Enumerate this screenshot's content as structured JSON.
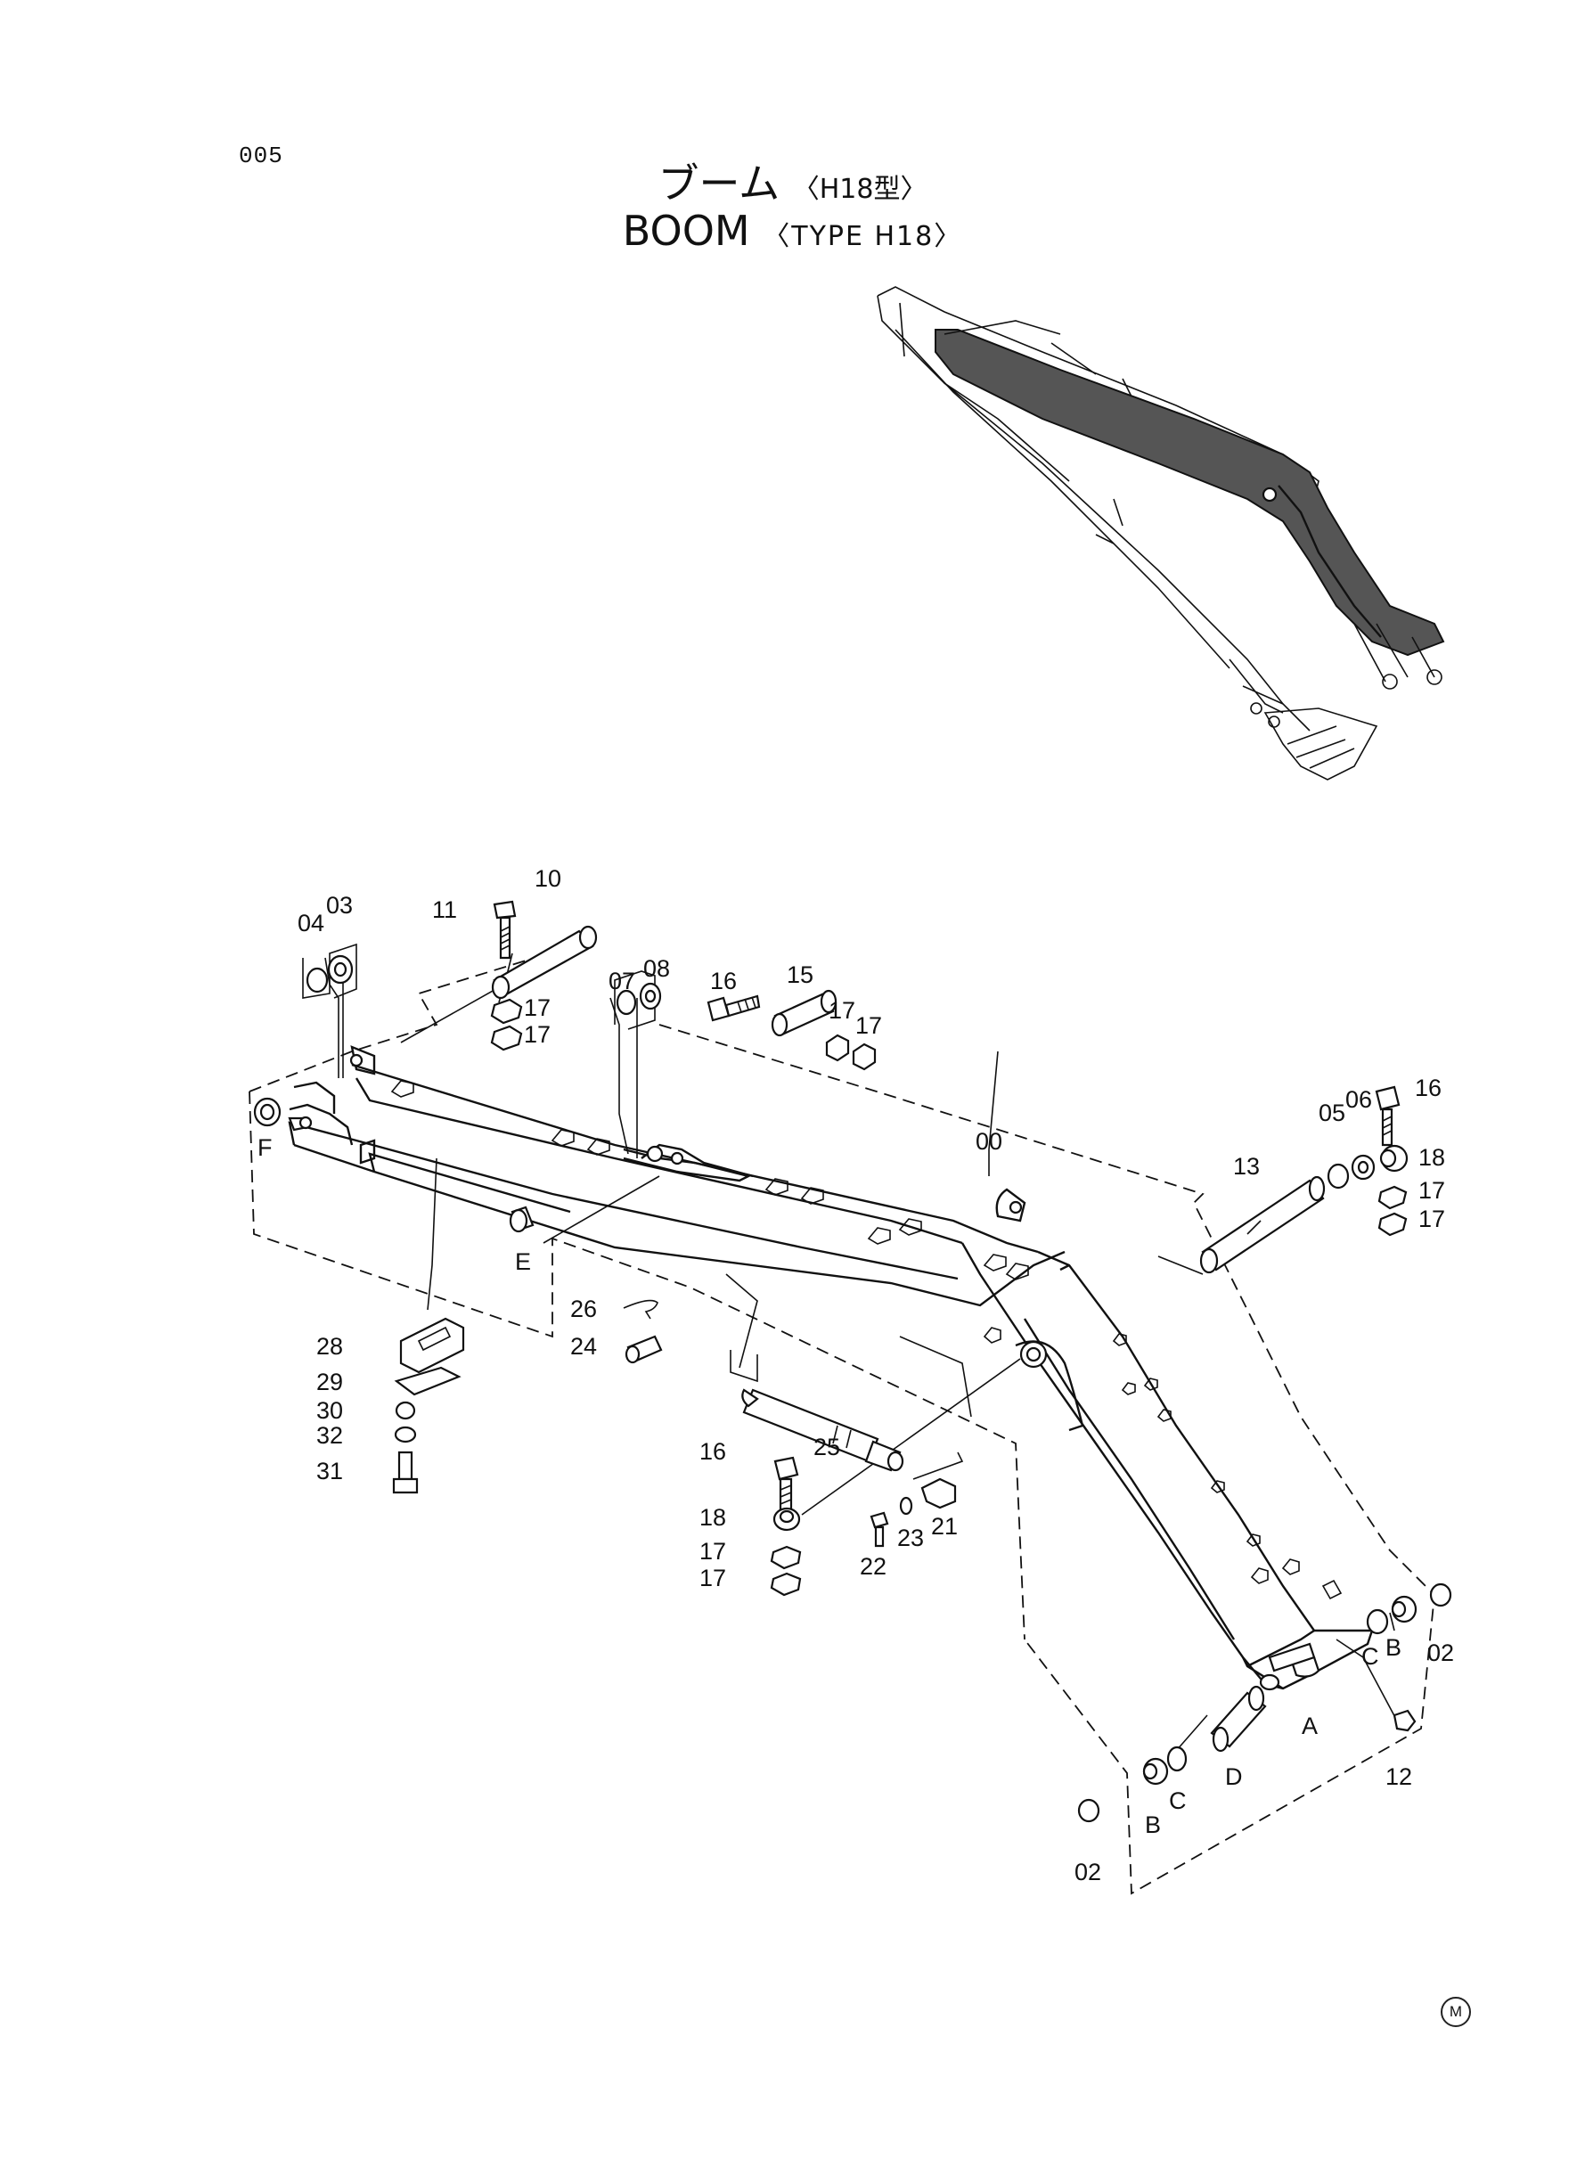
{
  "page_code": "005",
  "title_jp": "ブーム",
  "title_jp_sub": "〈H18型〉",
  "title_en": "BOOM",
  "title_en_sub": "〈TYPE H18〉",
  "callouts": {
    "p00": "00",
    "p02a": "02",
    "p02b": "02",
    "p03": "03",
    "p04": "04",
    "p05": "05",
    "p06": "06",
    "p07": "07",
    "p08": "08",
    "p10": "10",
    "p11": "11",
    "p12": "12",
    "p13": "13",
    "p15": "15",
    "p16a": "16",
    "p16b": "16",
    "p16c": "16",
    "p17a": "17",
    "p17b": "17",
    "p17c": "17",
    "p17d": "17",
    "p17e": "17",
    "p17f": "17",
    "p17g": "17",
    "p17h": "17",
    "p18a": "18",
    "p18b": "18",
    "p21": "21",
    "p22": "22",
    "p23": "23",
    "p24": "24",
    "p25": "25",
    "p26": "26",
    "p28": "28",
    "p29": "29",
    "p30": "30",
    "p31": "31",
    "p32": "32",
    "pA": "A",
    "pBa": "B",
    "pBb": "B",
    "pCa": "C",
    "pCb": "C",
    "pD": "D",
    "pE": "E",
    "pF": "F"
  },
  "corner_mark": "M"
}
